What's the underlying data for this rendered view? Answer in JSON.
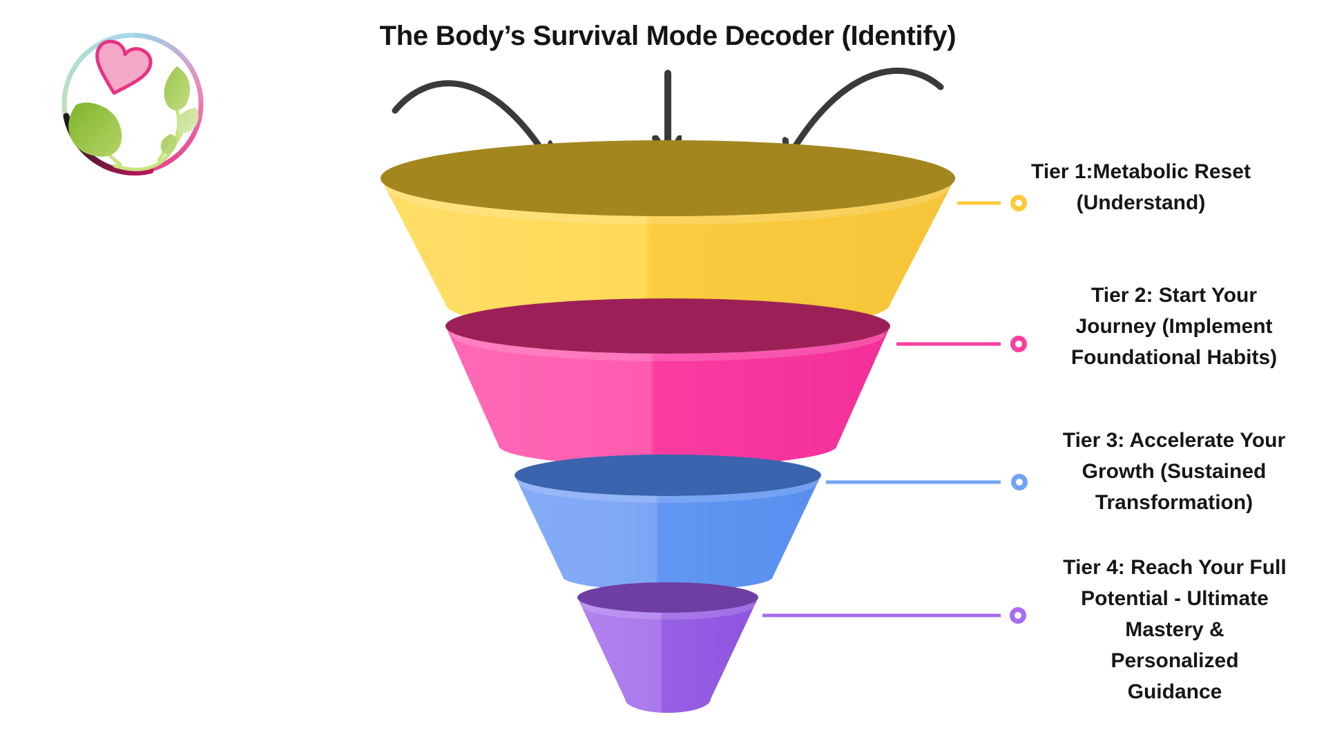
{
  "page": {
    "background": "#FFFFFF"
  },
  "title": {
    "text": "The Body’s Survival Mode Decoder (Identify)",
    "color": "#141414"
  },
  "logo": {
    "name": "heart-with-leaves-brand-logo",
    "heart_color": "#F3A8C6",
    "heart_outline_color": "#E73282",
    "leaf_color": "#7FB42B",
    "ring_colors": [
      "#A8DAEC",
      "#C8E2A2",
      "#E73E8C",
      "#1C1C1C"
    ]
  },
  "arrows": {
    "icon": "curved-arrow-down-icon",
    "color": "#3A3A3A",
    "count": 3
  },
  "funnel": {
    "label_text_color": "#161616",
    "tiers": [
      {
        "name": "tier-1",
        "label": "Tier 1:Metabolic Reset\n(Understand)",
        "face_color": "#FBCC40",
        "top_color": "#A3861E",
        "accent_color": "#FFC93B"
      },
      {
        "name": "tier-2",
        "label": "Tier 2: Start Your\nJourney (Implement\nFoundational Habits)",
        "face_color": "#FA3CA1",
        "top_color": "#9C2057",
        "accent_color": "#FB3E9F"
      },
      {
        "name": "tier-3",
        "label": "Tier 3: Accelerate Your\nGrowth (Sustained\nTransformation)",
        "face_color": "#6197F2",
        "top_color": "#3B64AE",
        "accent_color": "#71A4F6"
      },
      {
        "name": "tier-4",
        "label": "Tier 4: Reach Your Full\nPotential - Ultimate\nMastery &\nPersonalized\nGuidance",
        "face_color": "#9760E4",
        "top_color": "#6F3EA3",
        "accent_color": "#A76CF1"
      }
    ]
  }
}
